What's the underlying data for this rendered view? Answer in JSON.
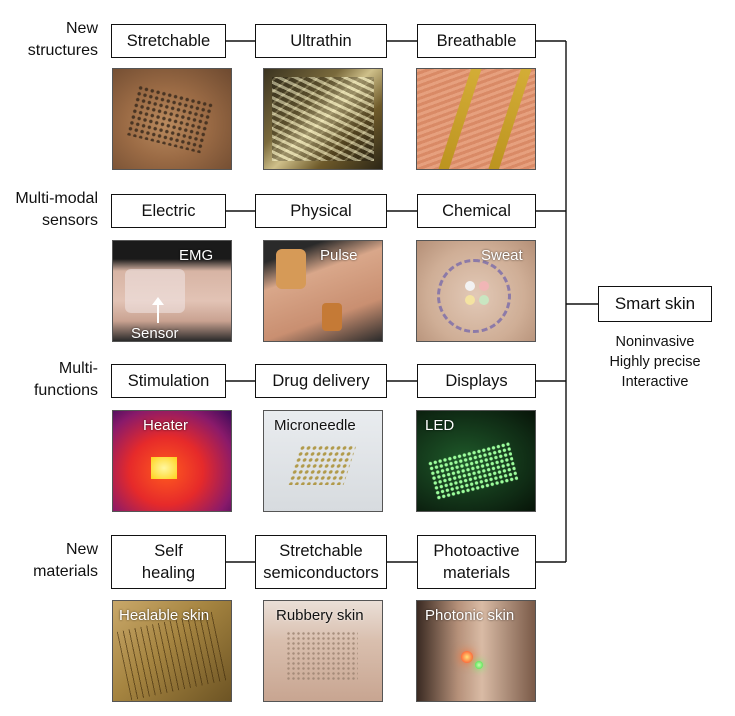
{
  "rows": [
    {
      "label": "New\nstructures",
      "items": [
        {
          "box": "Stretchable",
          "caption": ""
        },
        {
          "box": "Ultrathin",
          "caption": ""
        },
        {
          "box": "Breathable",
          "caption": ""
        }
      ]
    },
    {
      "label": "Multi-modal\nsensors",
      "items": [
        {
          "box": "Electric",
          "caption": "EMG",
          "caption2": "Sensor"
        },
        {
          "box": "Physical",
          "caption": "Pulse"
        },
        {
          "box": "Chemical",
          "caption": "Sweat"
        }
      ]
    },
    {
      "label": "Multi-\nfunctions",
      "items": [
        {
          "box": "Stimulation",
          "caption": "Heater"
        },
        {
          "box": "Drug delivery",
          "caption": "Microneedle"
        },
        {
          "box": "Displays",
          "caption": "LED"
        }
      ]
    },
    {
      "label": "New\nmaterials",
      "items": [
        {
          "box": "Self\nhealing",
          "caption": "Healable skin"
        },
        {
          "box": "Stretchable\nsemiconductors",
          "caption": "Rubbery skin"
        },
        {
          "box": "Photoactive\nmaterials",
          "caption": "Photonic skin"
        }
      ]
    }
  ],
  "target": {
    "label": "Smart skin",
    "features": [
      "Noninvasive",
      "Highly precise",
      "Interactive"
    ]
  }
}
